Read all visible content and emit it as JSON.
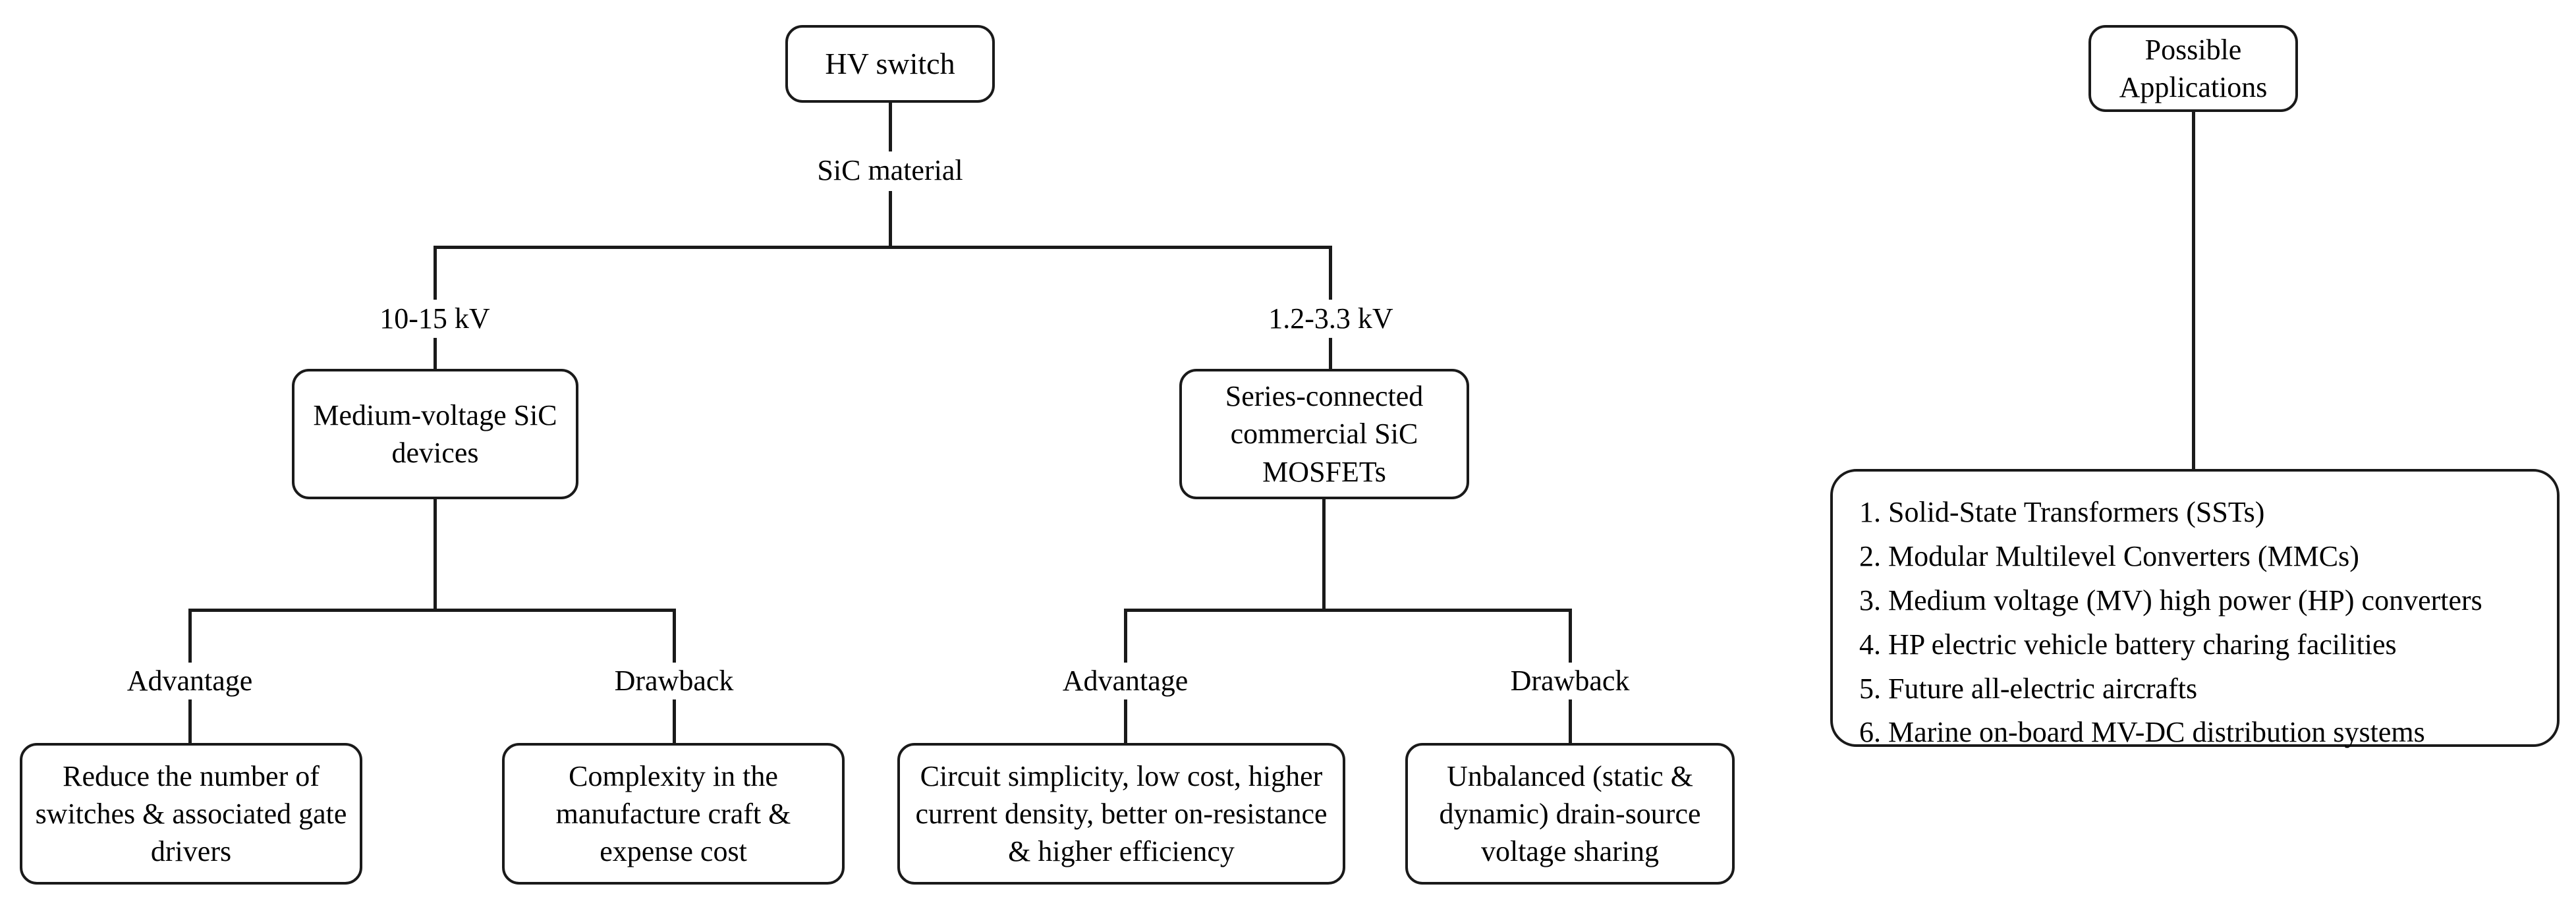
{
  "diagram": {
    "title_node": {
      "label": "HV switch"
    },
    "root_edge_label": "SiC material",
    "branches": [
      {
        "edge_label": "10-15 kV",
        "node": "Medium-voltage SiC devices",
        "children": [
          {
            "edge_label": "Advantage",
            "node": "Reduce the number of switches & associated gate drivers"
          },
          {
            "edge_label": "Drawback",
            "node": "Complexity in the manufacture craft & expense cost"
          }
        ]
      },
      {
        "edge_label": "1.2-3.3 kV",
        "node": "Series-connected commercial SiC MOSFETs",
        "children": [
          {
            "edge_label": "Advantage",
            "node": "Circuit simplicity, low cost, higher current density, better on-resistance & higher efficiency"
          },
          {
            "edge_label": "Drawback",
            "node": "Unbalanced (static & dynamic) drain-source voltage sharing"
          }
        ]
      }
    ]
  },
  "applications": {
    "header": "Possible Applications",
    "items": [
      "1. Solid-State Transformers (SSTs)",
      "2. Modular Multilevel Converters (MMCs)",
      "3. Medium voltage (MV) high power (HP) converters",
      "4. HP electric vehicle battery charing facilities",
      "5. Future all-electric aircrafts",
      "6. Marine on-board MV-DC distribution systems"
    ]
  },
  "style": {
    "line_color": "#1a1a1a",
    "background": "#ffffff"
  }
}
